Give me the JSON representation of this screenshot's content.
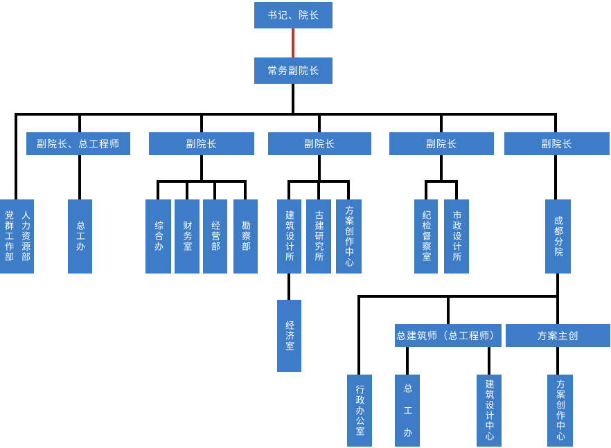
{
  "palette": {
    "node_fill": "#3D7CC7",
    "node_text": "#FFFFFF",
    "connector_color": "#000000",
    "root_connector_color": "#C0362C",
    "background": "#FFFFFF"
  },
  "nodes": {
    "secretary_dean": "书记、院长",
    "executive_vice_dean": "常务副院长",
    "vice_dean_chief_engineer": "副院长、总工程师",
    "vice_dean_1": "副院长",
    "vice_dean_2": "副院长",
    "vice_dean_3": "副院长",
    "vice_dean_4": "副院长",
    "party_mass_work_dept": "党群工作部",
    "human_resources_dept": "人力资源部",
    "chief_engineer_office": "总工办",
    "general_affairs_office": "综合办",
    "finance_office": "财务室",
    "operations_dept": "经营部",
    "survey_dept": "勘察部",
    "architectural_design_institute": "建筑设计所",
    "ancient_architecture_institute": "古建研究所",
    "scheme_creation_center": "方案创作中心",
    "economy_office": "经济室",
    "discipline_inspection_office": "纪检督察室",
    "municipal_design_institute": "市政设计所",
    "chengdu_branch": "成都分院",
    "chief_architect": "总建筑师（总工程师）",
    "scheme_lead": "方案主创",
    "admin_office": "行政办公室",
    "chengdu_chief_engineer_office": "总 工 办",
    "architectural_design_center": "建筑设计中心",
    "scheme_creation_center_chengdu": "方案创作中心"
  }
}
